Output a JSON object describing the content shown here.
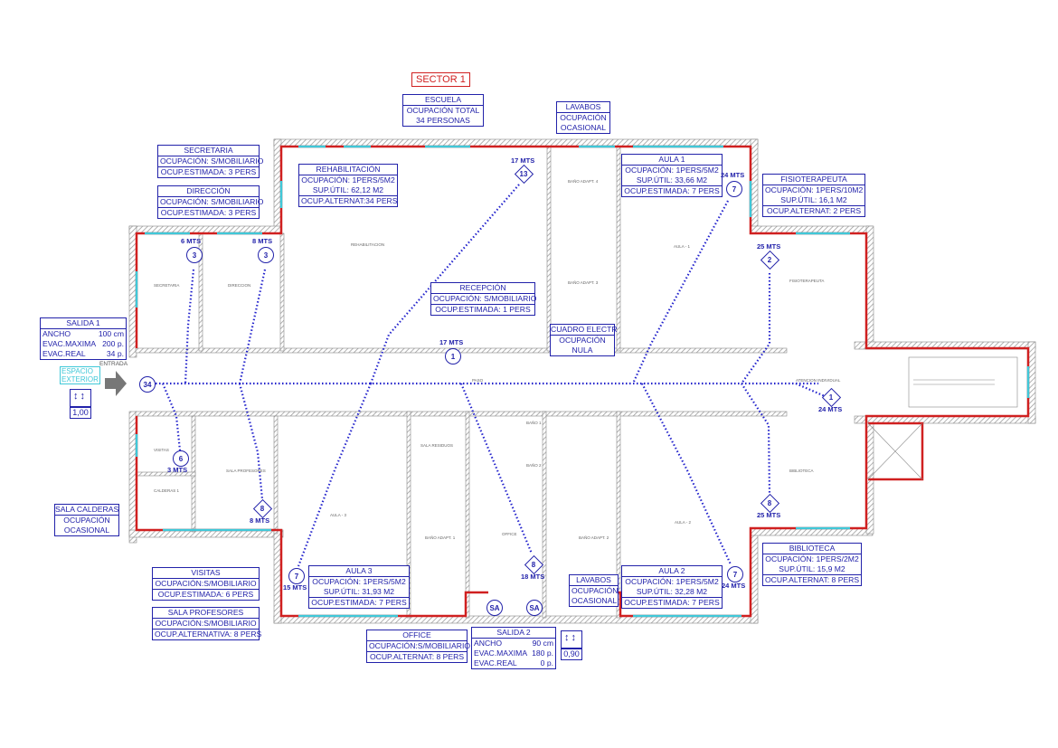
{
  "title": "SECTOR 1",
  "labels": {
    "escuela": {
      "title": "ESCUELA",
      "lines": [
        "OCUPACIÓN TOTAL",
        "34 PERSONAS"
      ],
      "sep_before": []
    },
    "lavabos1": {
      "title": "LAVABOS",
      "lines": [
        "OCUPACIÓN",
        "OCASIONAL"
      ],
      "sep_before": []
    },
    "secretaria": {
      "title": "SECRETARIA",
      "lines": [
        "OCUPACIÓN: S/MOBILIARIO",
        "OCUP.ESTIMADA: 3 PERS"
      ],
      "sep_before": [
        1
      ]
    },
    "direccion": {
      "title": "DIRECCIÓN",
      "lines": [
        "OCUPACIÓN: S/MOBILIARIO",
        "OCUP.ESTIMADA: 3 PERS"
      ],
      "sep_before": [
        1
      ]
    },
    "rehabilitacion": {
      "title": "REHABILITACIÓN",
      "lines": [
        "OCUPACIÓN: 1PERS/5M2",
        "SUP.ÚTIL: 62,12 M2",
        "OCUP.ALTERNAT:34 PERS"
      ],
      "sep_before": [
        2
      ]
    },
    "aula1": {
      "title": "AULA 1",
      "lines": [
        "OCUPACIÓN: 1PERS/5M2",
        "SUP.ÚTIL: 33,66 M2",
        "OCUP.ESTIMADA: 7 PERS"
      ],
      "sep_before": [
        2
      ]
    },
    "fisioterapeuta": {
      "title": "FISIOTERAPEUTA",
      "lines": [
        "OCUPACIÓN: 1PERS/10M2",
        "SUP.ÚTIL: 16,1 M2",
        "OCUP.ALTERNAT: 2 PERS"
      ],
      "sep_before": [
        2
      ]
    },
    "recepcion": {
      "title": "RECEPCIÓN",
      "lines": [
        "OCUPACIÓN: S/MOBILIARIO",
        "OCUP.ESTIMADA: 1 PERS"
      ],
      "sep_before": [
        1
      ]
    },
    "cuadro": {
      "title": "CUADRO ELECTR",
      "lines": [
        "OCUPACIÓN",
        "NULA"
      ],
      "sep_before": []
    },
    "calderas": {
      "title": "SALA CALDERAS",
      "lines": [
        "OCUPACIÓN",
        "OCASIONAL"
      ],
      "sep_before": []
    },
    "visitas": {
      "title": "VISITAS",
      "lines": [
        "OCUPACIÓN:S/MOBILIARIO",
        "OCUP.ESTIMADA: 6 PERS"
      ],
      "sep_before": [
        1
      ]
    },
    "profesores": {
      "title": "SALA PROFESORES",
      "lines": [
        "OCUPACIÓN:S/MOBILIARIO",
        "OCUP.ALTERNATIVA: 8 PERS"
      ],
      "sep_before": [
        1
      ]
    },
    "aula3": {
      "title": "AULA 3",
      "lines": [
        "OCUPACIÓN: 1PERS/5M2",
        "SUP.ÚTIL: 31,93 M2",
        "OCUP.ESTIMADA: 7 PERS"
      ],
      "sep_before": [
        2
      ]
    },
    "office": {
      "title": "OFFICE",
      "lines": [
        "OCUPACIÓN:S/MOBILIARIO",
        "OCUP.ALTERNAT: 8 PERS"
      ],
      "sep_before": [
        1
      ]
    },
    "lavabos2": {
      "title": "LAVABOS",
      "lines": [
        "OCUPACIÓN",
        "OCASIONAL"
      ],
      "sep_before": []
    },
    "aula2": {
      "title": "AULA 2",
      "lines": [
        "OCUPACIÓN: 1PERS/5M2",
        "SUP.ÚTIL: 32,28 M2",
        "OCUP.ESTIMADA: 7 PERS"
      ],
      "sep_before": [
        2
      ]
    },
    "biblioteca": {
      "title": "BIBLIOTECA",
      "lines": [
        "OCUPACIÓN: 1PERS/2M2",
        "SUP.ÚTIL: 15,9 M2",
        "OCUP.ALTERNAT: 8 PERS"
      ],
      "sep_before": [
        2
      ]
    }
  },
  "exits": {
    "salida1": {
      "title": "SALIDA 1",
      "rows": [
        [
          "ANCHO",
          "100 cm"
        ],
        [
          "EVAC.MAXIMA",
          "200 p."
        ],
        [
          "EVAC.REAL",
          "34 p."
        ]
      ],
      "door_width": "1,00"
    },
    "salida2": {
      "title": "SALIDA 2",
      "rows": [
        [
          "ANCHO",
          "90 cm"
        ],
        [
          "EVAC.MAXIMA",
          "180 p."
        ],
        [
          "EVAC.REAL",
          "0 p."
        ]
      ],
      "door_width": "0,90"
    }
  },
  "markers": {
    "secretaria": {
      "number": "3",
      "distance": "6 MTS"
    },
    "direccion": {
      "number": "3",
      "distance": "8 MTS"
    },
    "rehab": {
      "number": "13",
      "distance": "17 MTS"
    },
    "aula1": {
      "number": "7",
      "distance": "24 MTS"
    },
    "fisio": {
      "number": "2",
      "distance": "25 MTS"
    },
    "recepcion": {
      "number": "1",
      "distance": "17 MTS"
    },
    "salida1": {
      "number": "34",
      "distance": ""
    },
    "atencion": {
      "number": "1",
      "distance": "24 MTS"
    },
    "visitas": {
      "number": "6",
      "distance": "3 MTS"
    },
    "profesores": {
      "number": "8",
      "distance": "8 MTS"
    },
    "biblioteca": {
      "number": "8",
      "distance": "25 MTS"
    },
    "aula3": {
      "number": "7",
      "distance": "15 MTS"
    },
    "office": {
      "number": "8",
      "distance": "18 MTS"
    },
    "aula2": {
      "number": "7",
      "distance": "24 MTS"
    },
    "sa1": {
      "number": "SA",
      "distance": ""
    },
    "sa2": {
      "number": "SA",
      "distance": ""
    }
  },
  "annotations": {
    "entrada": "ENTRADA",
    "espacio_exterior_1": "ESPACIO",
    "espacio_exterior_2": "EXTERIOR"
  },
  "rooms": [
    "REHABILITACION",
    "AULA - 1",
    "FISIOTERAPEUTA",
    "BIBLIOTECA",
    "AULA - 3",
    "AULA - 2",
    "OFFICE",
    "BAÑO ADAPT. 1",
    "BAÑO ADAPT. 2",
    "BAÑO ADAPT. 3",
    "BAÑO ADAPT. 4",
    "BAÑO 1",
    "BAÑO 2",
    "SALA RESIDUOS",
    "VISITAS",
    "SALA PROFESORES",
    "CALDERAS 1",
    "PASO",
    "ATENCION INDIVIDUAL",
    "SECRETARIA",
    "DIRECCION"
  ],
  "colors": {
    "label": "#2222aa",
    "fire_wall": "#d02020",
    "window": "#40c8d8",
    "wall": "#888888"
  }
}
